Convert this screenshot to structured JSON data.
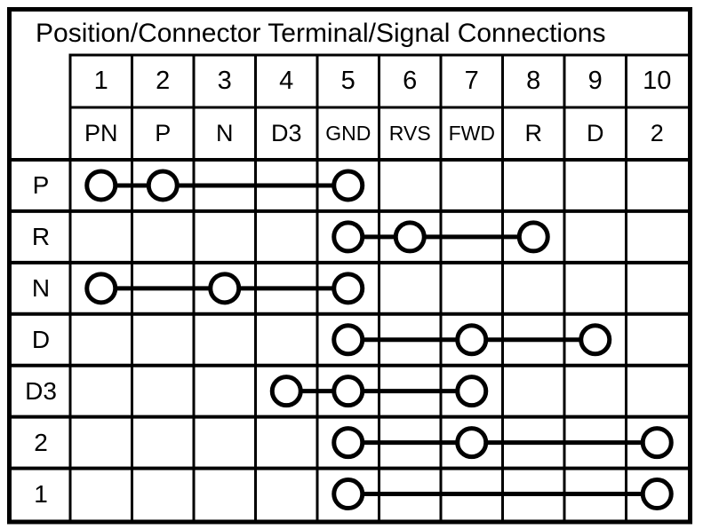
{
  "title": "Position/Connector Terminal/Signal Connections",
  "colors": {
    "ink": "#000000",
    "background": "#ffffff"
  },
  "table": {
    "terminal_numbers": [
      "1",
      "2",
      "3",
      "4",
      "5",
      "6",
      "7",
      "8",
      "9",
      "10"
    ],
    "terminal_signals": [
      "PN",
      "P",
      "N",
      "D3",
      "GND",
      "RVS",
      "FWD",
      "R",
      "D",
      "2"
    ],
    "positions": [
      {
        "label": "P",
        "connected_terminals": [
          1,
          2,
          5
        ]
      },
      {
        "label": "R",
        "connected_terminals": [
          5,
          6,
          8
        ]
      },
      {
        "label": "N",
        "connected_terminals": [
          1,
          3,
          5
        ]
      },
      {
        "label": "D",
        "connected_terminals": [
          5,
          7,
          9
        ]
      },
      {
        "label": "D3",
        "connected_terminals": [
          4,
          5,
          7
        ]
      },
      {
        "label": "2",
        "connected_terminals": [
          5,
          7,
          10
        ]
      },
      {
        "label": "1",
        "connected_terminals": [
          5,
          10
        ]
      }
    ]
  }
}
